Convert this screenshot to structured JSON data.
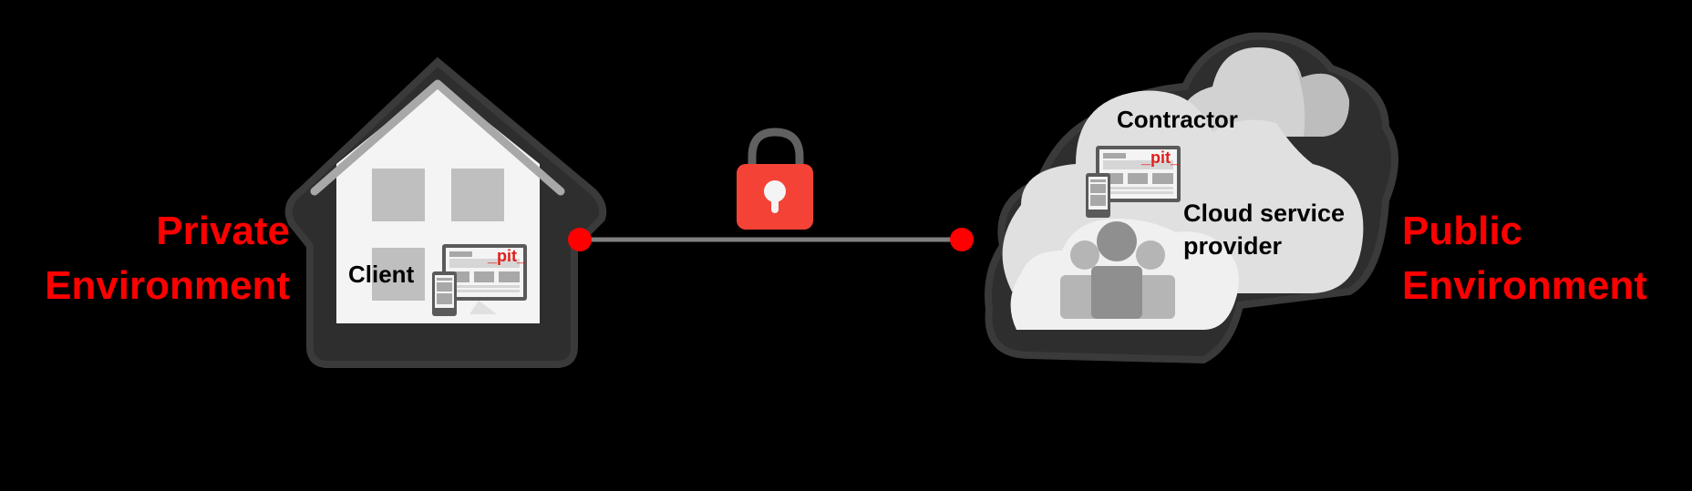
{
  "diagram": {
    "title": "",
    "left_environment": {
      "label_line1": "Private",
      "label_line2": "Environment",
      "color": "#ff0000"
    },
    "right_environment": {
      "label_line1": "Public",
      "label_line2": "Environment",
      "color": "#ff0000"
    },
    "house": {
      "label": "Client",
      "device_logo_text": "_pit_"
    },
    "cloud": {
      "top_label": "Contractor",
      "main_label_line1": "Cloud service",
      "main_label_line2": "provider",
      "device_logo_text": "_pit_"
    },
    "connection": {
      "icon": "padlock-icon",
      "lock_color": "#f44336",
      "endpoint_color": "#ff0000",
      "line_color": "#808080"
    }
  }
}
